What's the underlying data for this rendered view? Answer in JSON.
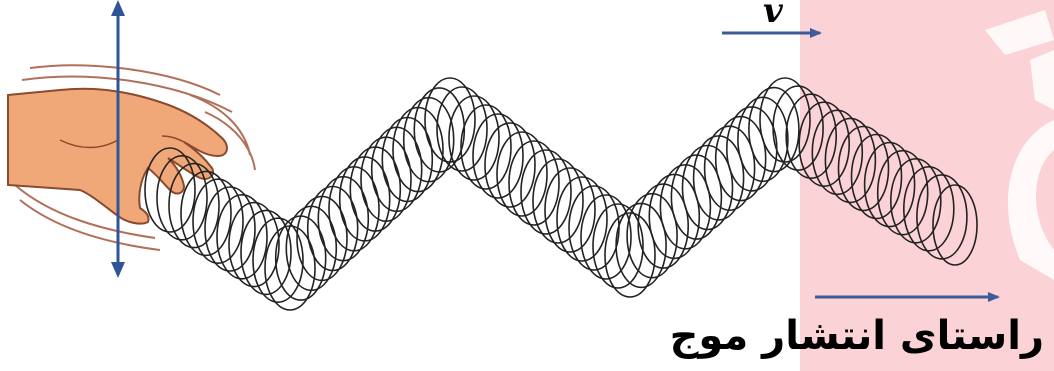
{
  "labels": {
    "velocity": "v",
    "caption": "راستای انتشار موج"
  },
  "icons": {
    "hand": "hand-icon",
    "spring": "slinky-spring",
    "oscillation": "double-arrow-icon"
  },
  "colors": {
    "arrow": "#3d5a99",
    "oscillation_arrow": "#2f5597",
    "skin": "#f0a878",
    "skin_outline": "#8a4a2e",
    "motion_lines": "#b0705a",
    "coil": "#222222",
    "watermark": "#fbd3d6",
    "watermark_logo": "#ffffff"
  }
}
